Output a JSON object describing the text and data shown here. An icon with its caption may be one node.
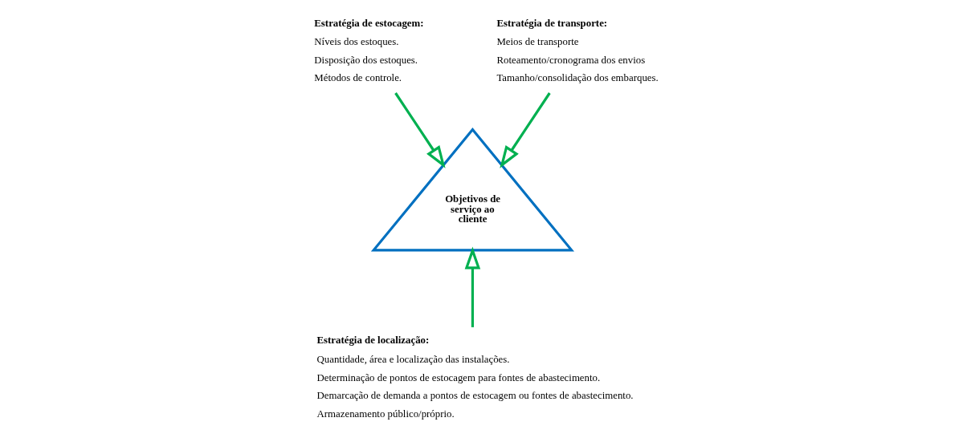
{
  "diagram": {
    "nodes": [
      {
        "text": [
          "Objetivos de serviço ao cliente"
        ]
      },
      {
        "text": [
          "Estratégia de estocagem:",
          "Níveis dos estoques.",
          "Disposição dos estoques.",
          "Métodos de controle."
        ]
      },
      {
        "text": [
          "Estratégia de transporte:",
          "Meios de transporte",
          "Roteamento/cronograma dos envios",
          "Tamanho/consolidação dos embarques."
        ]
      },
      {
        "text": [
          "Estratégia de localização:",
          "Quantidade, área e localização das instalações.",
          "Determinação de pontos de estocagem para fontes de abastecimento.",
          "Demarcação de demanda a pontos de estocagem ou fontes de abastecimento.",
          "Armazenamento público/próprio."
        ]
      }
    ],
    "edges": [
      {
        "from": 1,
        "to": 0,
        "arrow": "to"
      },
      {
        "from": 2,
        "to": 0,
        "arrow": "to"
      },
      {
        "from": 3,
        "to": 0,
        "arrow": "to"
      }
    ]
  }
}
